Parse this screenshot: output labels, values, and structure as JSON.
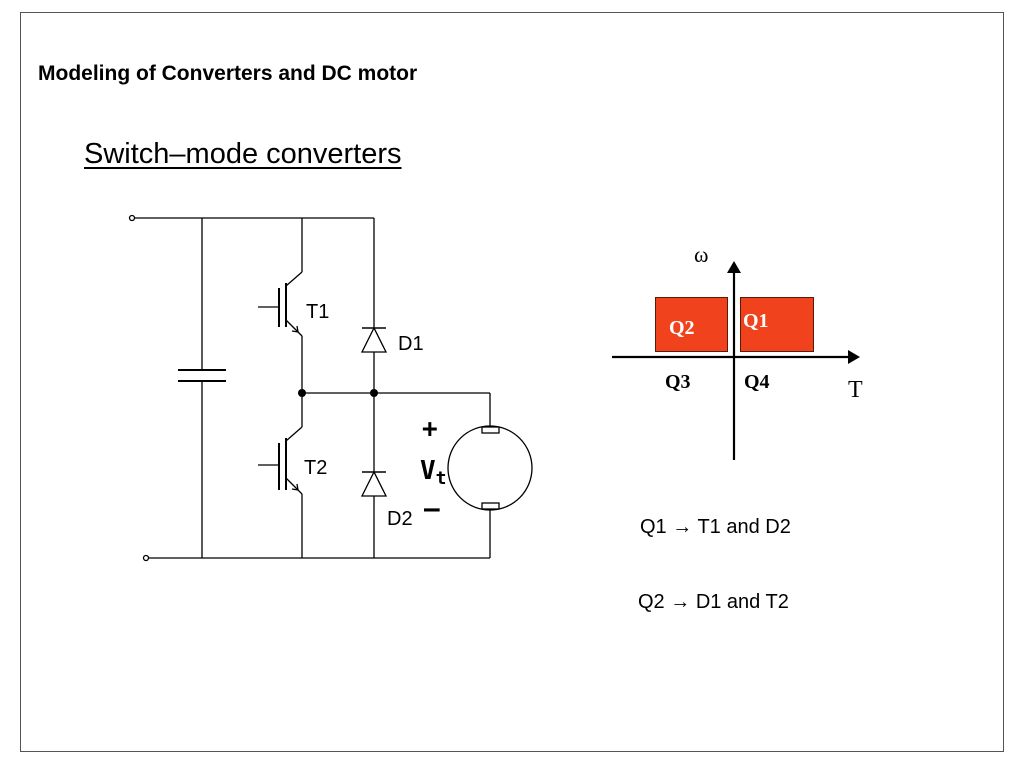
{
  "slide": {
    "title": "Modeling of Converters and DC motor",
    "subtitle": "Switch–mode converters"
  },
  "circuit": {
    "labels": {
      "t1": "T1",
      "t2": "T2",
      "d1": "D1",
      "d2": "D2",
      "plus": "+",
      "vt_main": "V",
      "vt_sub": "t",
      "minus": "–"
    }
  },
  "quadrant": {
    "omega": "ω",
    "torque": "T",
    "q1": "Q1",
    "q2": "Q2",
    "q3": "Q3",
    "q4": "Q4",
    "highlight_color": "#f0421d"
  },
  "legend": {
    "q1_label": "Q1",
    "q1_arrow": "→",
    "q1_text": "T1 and D2",
    "q2_label": "Q2",
    "q2_arrow": "→",
    "q2_text": "D1 and T2"
  }
}
